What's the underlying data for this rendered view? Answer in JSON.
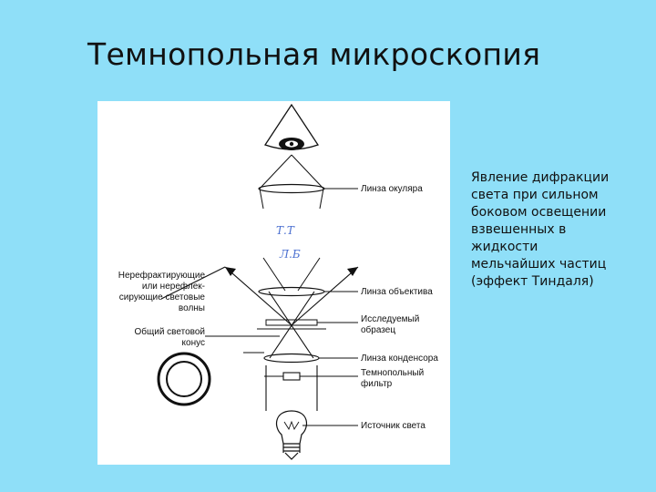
{
  "title": "Темнопольная микроскопия",
  "diagram": {
    "labels": {
      "eyepiece": "Линза окуляра",
      "objective": "Линза объектива",
      "specimen_1": "Исследуемый",
      "specimen_2": "образец",
      "condenser": "Линза конденсора",
      "filter_1": "Темнопольный",
      "filter_2": "фильтр",
      "source": "Источник света",
      "waves_1": "Нерефрактирующие",
      "waves_2": "или нерефлек-",
      "waves_3": "сирующие световые",
      "waves_4": "волны",
      "cone_1": "Общий световой",
      "cone_2": "конус"
    },
    "marks": {
      "mark_1": "Т.Т",
      "mark_2": "Л.Б"
    },
    "colors": {
      "line": "#111111",
      "mark": "#4a6fd0"
    }
  },
  "description": [
    "Явление дифракции",
    "света при сильном",
    "боковом освещении",
    "взвешенных в",
    "жидкости",
    "мельчайших частиц",
    "(эффект Тиндаля)"
  ]
}
